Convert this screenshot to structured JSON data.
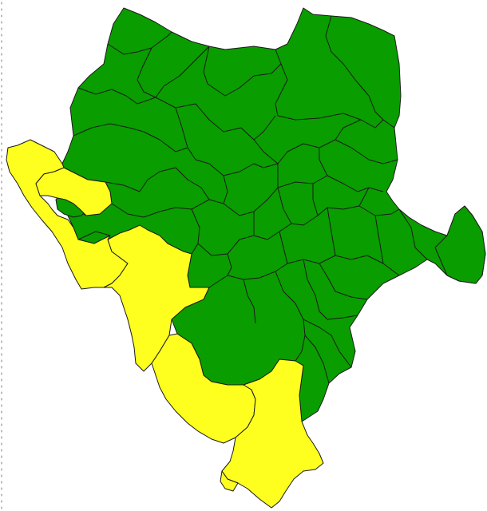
{
  "map": {
    "colors": {
      "green": "#099d00",
      "yellow": "#ffff1f",
      "background": "#ffffff",
      "boundary": "#1a1a1a"
    },
    "region_groups": [
      {
        "key": "green",
        "color": "#099d00",
        "region_count": 40
      },
      {
        "key": "yellow",
        "color": "#ffff1f",
        "region_count": 7
      }
    ]
  }
}
